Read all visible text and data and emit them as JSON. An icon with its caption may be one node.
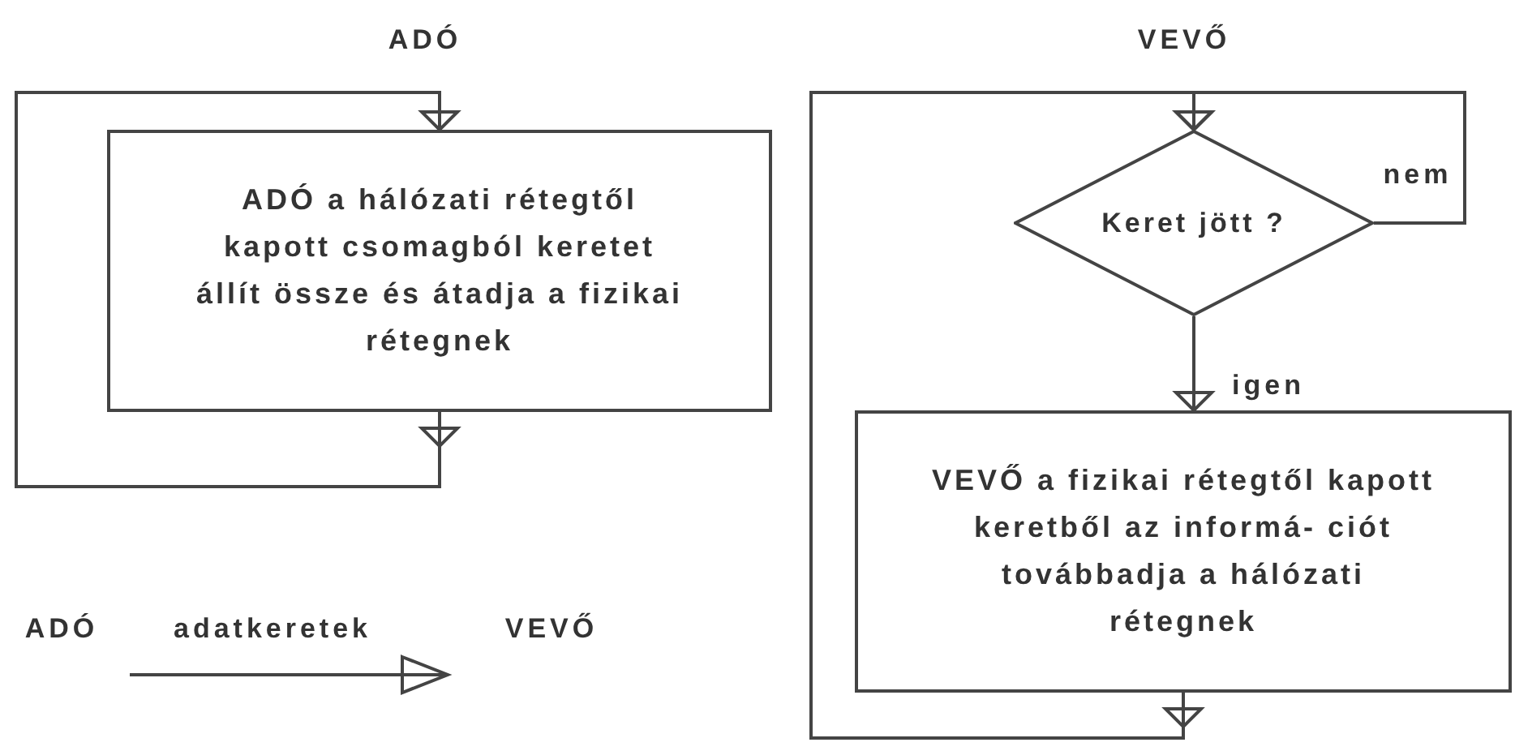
{
  "diagram": {
    "nodes": [
      {
        "text": [
          "ADÓ a hálózati rétegtől kapott csomagból keretet állít össze és átadja a fizikai rétegnek"
        ]
      },
      {
        "text": [
          "Keret jött ?"
        ]
      },
      {
        "text": [
          "VEVŐ a fizikai rétegtől kapott keretből az informá- ciót továbbadja a hálózati rétegnek"
        ]
      }
    ],
    "edges": [
      {
        "from": 0,
        "to": 0,
        "arrow": "to"
      },
      {
        "from": 1,
        "to": 1,
        "arrow": "to",
        "label": "nem"
      },
      {
        "from": 1,
        "to": 2,
        "arrow": "to",
        "label": "igen"
      },
      {
        "from": 2,
        "to": 1,
        "arrow": "to"
      }
    ],
    "labels": [
      "ADÓ",
      "VEVŐ",
      "ADÓ",
      "adatkeretek",
      "VEVŐ"
    ]
  }
}
